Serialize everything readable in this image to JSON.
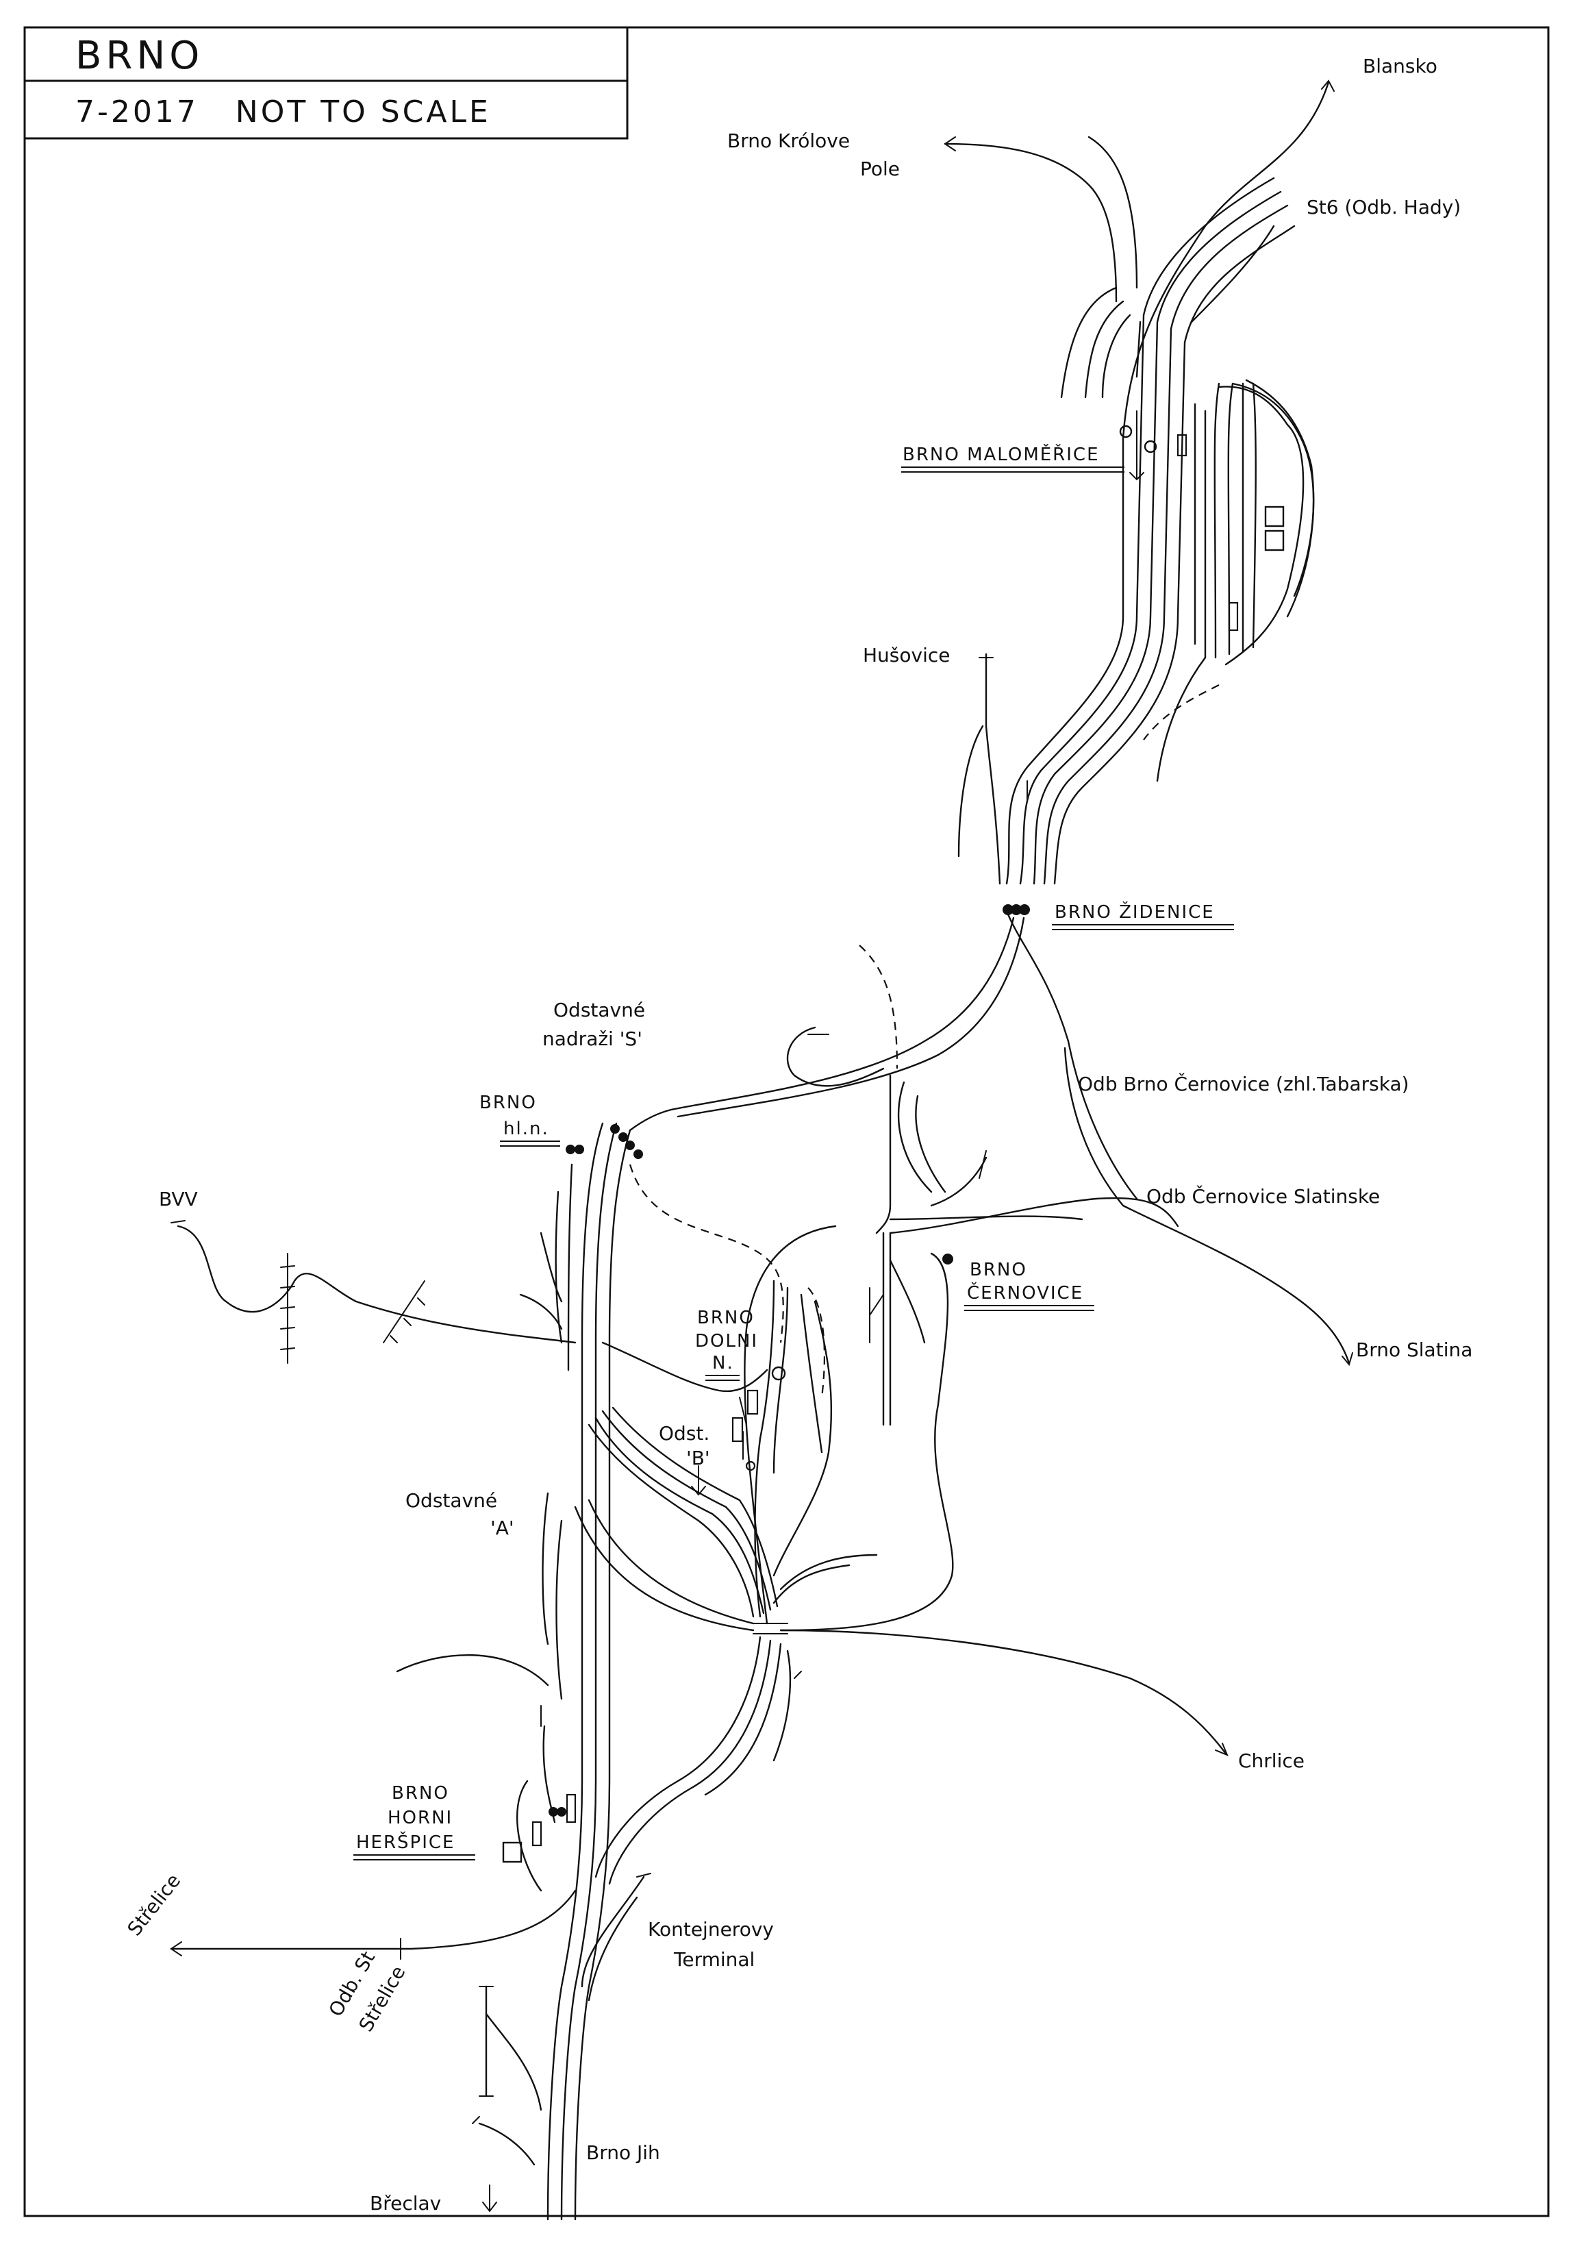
{
  "title_block": {
    "title": "BRNO",
    "subtitle": "7-2017   NOT TO SCALE"
  },
  "stations": [
    {
      "id": "malomerice",
      "lines": [
        "BRNO MALOMĚŘICE"
      ]
    },
    {
      "id": "zidenice",
      "lines": [
        "BRNO ŽIDENICE"
      ]
    },
    {
      "id": "hln",
      "lines": [
        "BRNO",
        "hl.n."
      ]
    },
    {
      "id": "dolni",
      "lines": [
        "BRNO",
        "DOLNI",
        "N."
      ]
    },
    {
      "id": "cernovice",
      "lines": [
        "BRNO",
        "ČERNOVICE"
      ]
    },
    {
      "id": "herspice",
      "lines": [
        "BRNO",
        "HORNI",
        "HERŠPICE"
      ]
    }
  ],
  "labels": {
    "blansko": "Blansko",
    "kralove_pole_1": "Brno Królove",
    "kralove_pole_2": "Pole",
    "st6": "St6 (Odb. Hady)",
    "husovice": "Hušovice",
    "odstavne_s_1": "Odstavné",
    "odstavne_s_2": "nadraži 'S'",
    "odb_tabarska": "Odb Brno Černovice (zhl.Tabarska)",
    "odb_slatinske": "Odb Černovice Slatinske",
    "bvv": "BVV",
    "brno_slatina": "Brno Slatina",
    "odst_b_1": "Odst.",
    "odst_b_2": "'B'",
    "odstavne_a_1": "Odstavné",
    "odstavne_a_2": "'A'",
    "chrlice": "Chrlice",
    "strelice": "Střelice",
    "kontejnerovy_1": "Kontejnerovy",
    "kontejnerovy_2": "Terminal",
    "odb_strelice_1": "Odb. St",
    "odb_strelice_2": "Střelice",
    "brno_jih": "Brno Jih",
    "breclav": "Břeclav"
  }
}
